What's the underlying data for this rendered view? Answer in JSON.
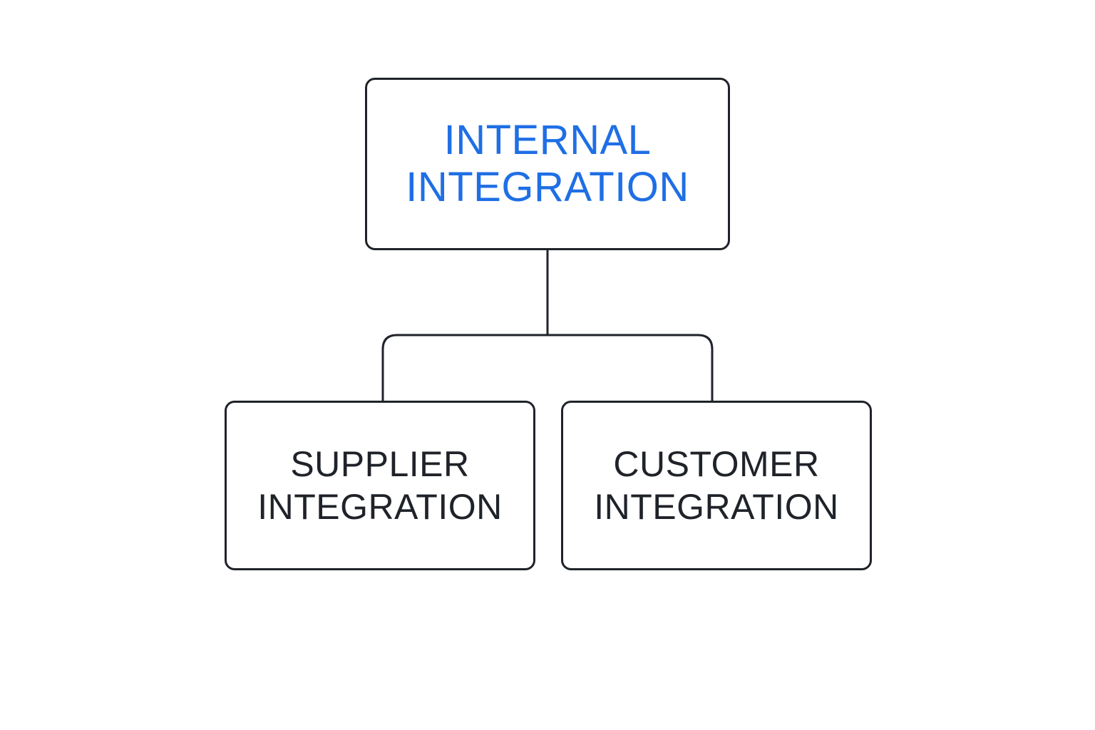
{
  "colors": {
    "background": "#ffffff",
    "border": "#1f2329",
    "root_text": "#1f6fe5",
    "child_text": "#1f2329"
  },
  "diagram": {
    "root": {
      "lines": [
        "INTERNAL",
        "INTEGRATION"
      ]
    },
    "children": [
      {
        "lines": [
          "SUPPLIER",
          "INTEGRATION"
        ]
      },
      {
        "lines": [
          "CUSTOMER",
          "INTEGRATION"
        ]
      }
    ]
  }
}
